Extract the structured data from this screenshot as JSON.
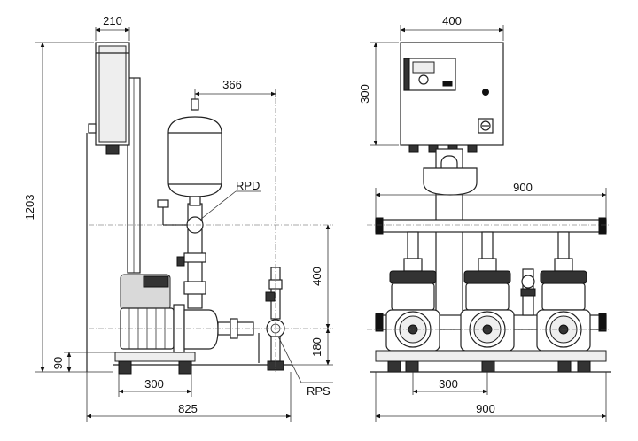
{
  "side_view": {
    "dim_cabinet_width": "210",
    "dim_tank_offset": "366",
    "dim_total_height": "1203",
    "dim_outlet_height": "400",
    "dim_inlet_height": "180",
    "dim_base_height": "90",
    "dim_foot_spacing": "300",
    "dim_total_depth": "825",
    "label_discharge_sensor": "RPD",
    "label_suction_sensor": "RPS"
  },
  "front_view": {
    "dim_cabinet_width": "400",
    "dim_cabinet_height": "300",
    "dim_manifold_width": "900",
    "dim_pump_spacing": "300",
    "dim_frame_width": "900"
  }
}
